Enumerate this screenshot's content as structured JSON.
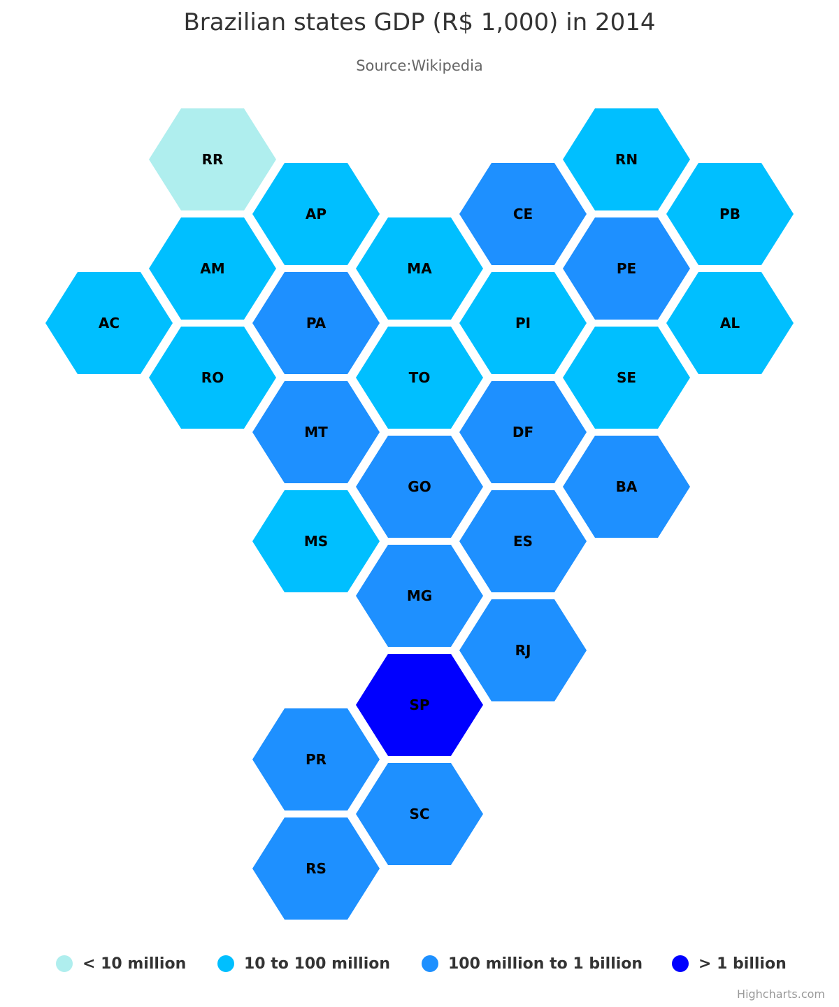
{
  "title": "Brazilian states GDP (R$ 1,000) in 2014",
  "subtitle": "Source:Wikipedia",
  "credits": "Highcharts.com",
  "legend": [
    {
      "label": "< 10 million",
      "color": "#afeeee"
    },
    {
      "label": "10 to 100 million",
      "color": "#00bfff"
    },
    {
      "label": "100 million to 1 billion",
      "color": "#1e90ff"
    },
    {
      "label": "> 1 billion",
      "color": "#0000ff"
    }
  ],
  "chart_data": {
    "type": "tilemap",
    "tile_shape": "hexagon",
    "title": "Brazilian states GDP (R$ 1,000) in 2014",
    "subtitle": "Source:Wikipedia",
    "data_classes": [
      "< 10 million",
      "10 to 100 million",
      "100 million to 1 billion",
      "> 1 billion"
    ],
    "tiles": [
      {
        "code": "RR",
        "col": 1,
        "row": 0,
        "class": 0
      },
      {
        "code": "RN",
        "col": 5,
        "row": 0,
        "class": 1
      },
      {
        "code": "AP",
        "col": 2,
        "row": 1,
        "class": 1
      },
      {
        "code": "CE",
        "col": 4,
        "row": 1,
        "class": 2
      },
      {
        "code": "PB",
        "col": 6,
        "row": 1,
        "class": 1
      },
      {
        "code": "AM",
        "col": 1,
        "row": 2,
        "class": 1
      },
      {
        "code": "MA",
        "col": 3,
        "row": 2,
        "class": 1
      },
      {
        "code": "PE",
        "col": 5,
        "row": 2,
        "class": 2
      },
      {
        "code": "AC",
        "col": 0,
        "row": 3,
        "class": 1
      },
      {
        "code": "PA",
        "col": 2,
        "row": 3,
        "class": 2
      },
      {
        "code": "PI",
        "col": 4,
        "row": 3,
        "class": 1
      },
      {
        "code": "AL",
        "col": 6,
        "row": 3,
        "class": 1
      },
      {
        "code": "RO",
        "col": 1,
        "row": 4,
        "class": 1
      },
      {
        "code": "TO",
        "col": 3,
        "row": 4,
        "class": 1
      },
      {
        "code": "SE",
        "col": 5,
        "row": 4,
        "class": 1
      },
      {
        "code": "MT",
        "col": 2,
        "row": 5,
        "class": 2
      },
      {
        "code": "DF",
        "col": 4,
        "row": 5,
        "class": 2
      },
      {
        "code": "GO",
        "col": 3,
        "row": 6,
        "class": 2
      },
      {
        "code": "BA",
        "col": 5,
        "row": 6,
        "class": 2
      },
      {
        "code": "MS",
        "col": 2,
        "row": 7,
        "class": 1
      },
      {
        "code": "ES",
        "col": 4,
        "row": 7,
        "class": 2
      },
      {
        "code": "MG",
        "col": 3,
        "row": 8,
        "class": 2
      },
      {
        "code": "RJ",
        "col": 4,
        "row": 9,
        "class": 2
      },
      {
        "code": "SP",
        "col": 3,
        "row": 10,
        "class": 3
      },
      {
        "code": "PR",
        "col": 2,
        "row": 11,
        "class": 2
      },
      {
        "code": "SC",
        "col": 3,
        "row": 12,
        "class": 2
      },
      {
        "code": "RS",
        "col": 2,
        "row": 13,
        "class": 2
      }
    ]
  }
}
